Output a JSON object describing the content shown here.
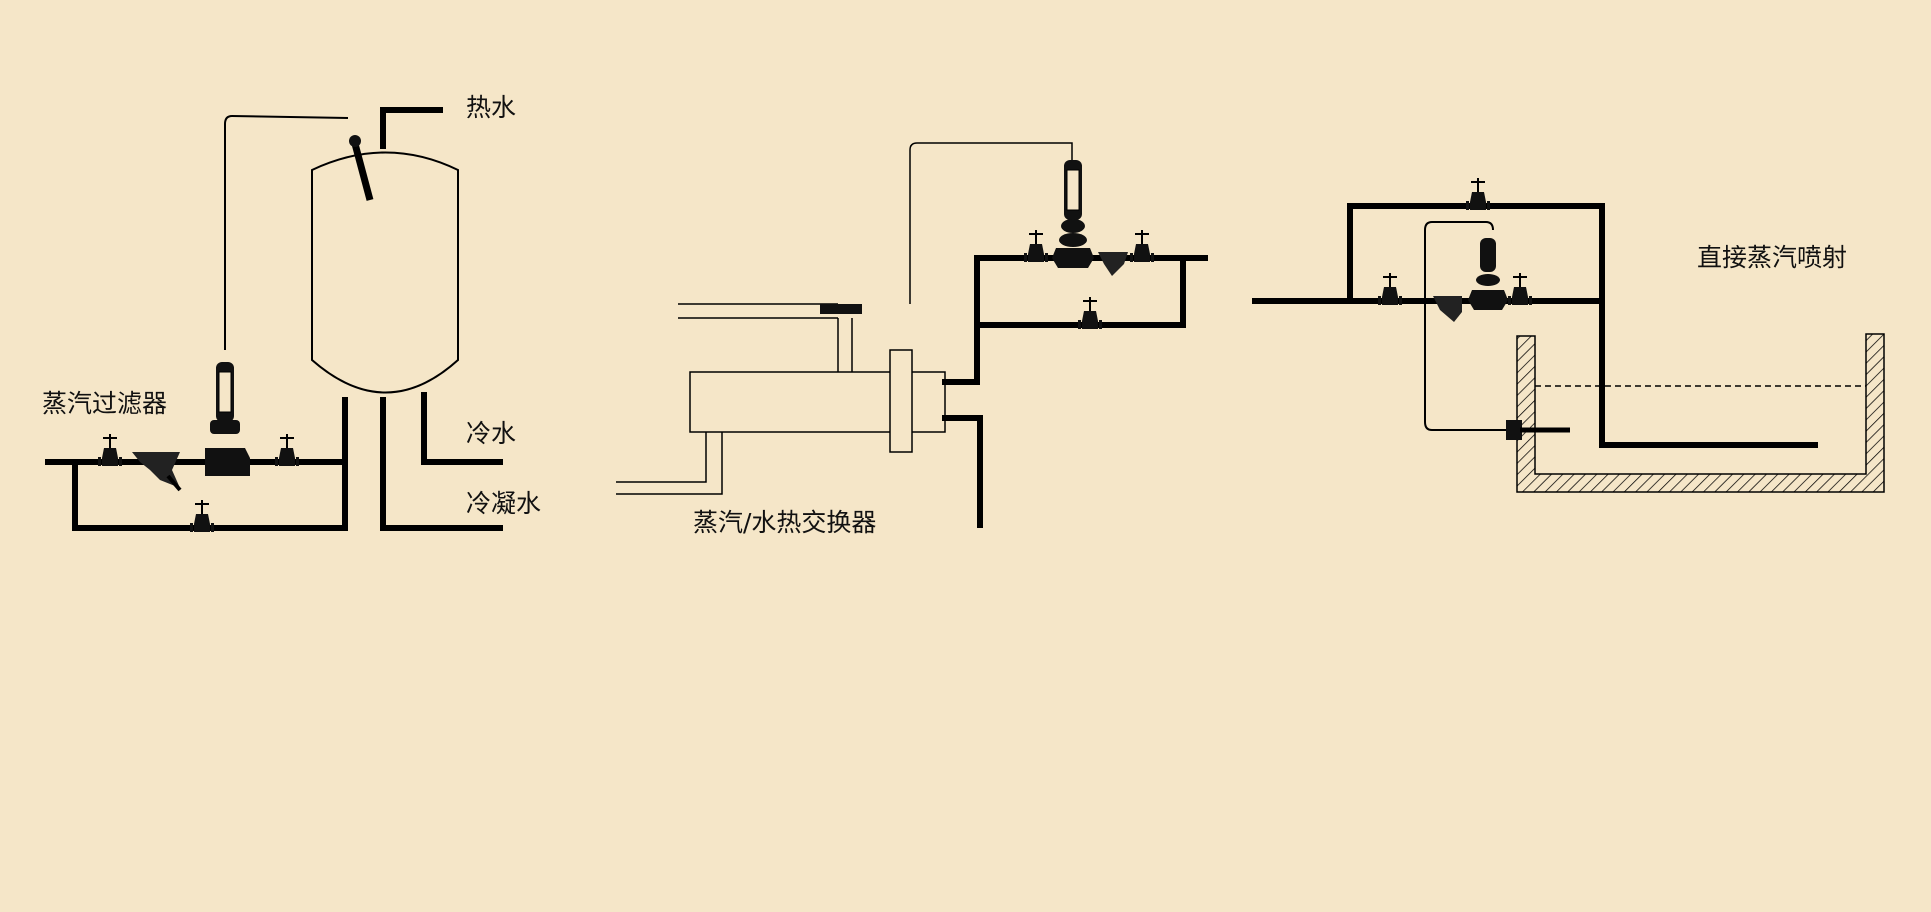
{
  "labels": {
    "hot_water": "热水",
    "cold_water": "冷水",
    "condensate": "冷凝水",
    "steam_filter": "蒸汽过滤器",
    "heat_exchanger": "蒸汽/水热交换器",
    "direct_injection": "直接蒸汽喷射"
  },
  "colors": {
    "background": "#f5e6c8",
    "line": "#000000"
  },
  "icons": [
    "gate-valve-icon",
    "y-strainer-icon",
    "control-valve-icon",
    "steam-injector-icon"
  ]
}
